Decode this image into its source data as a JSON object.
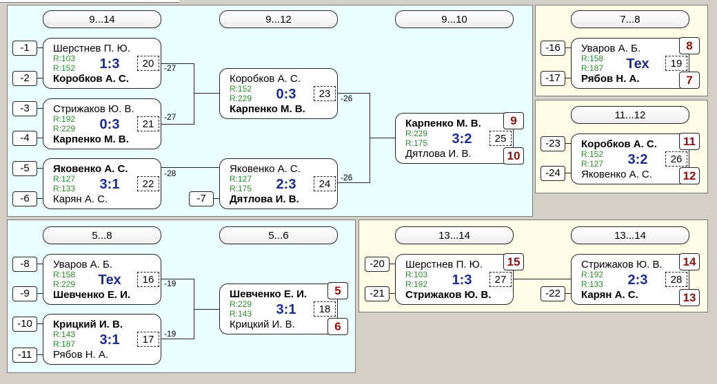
{
  "headers": {
    "h1": "9...14",
    "h2": "9...12",
    "h3": "9...10",
    "h4": "7...8",
    "h5": "11...12",
    "h6": "5...8",
    "h7": "5...6",
    "h8": "13...14",
    "h9": "13...14"
  },
  "seeds": {
    "s1": "-1",
    "s2": "-2",
    "s3": "-3",
    "s4": "-4",
    "s5": "-5",
    "s6": "-6",
    "s7": "-7",
    "s16": "-16",
    "s17": "-17",
    "s23": "-23",
    "s24": "-24",
    "s8": "-8",
    "s9": "-9",
    "s10": "-10",
    "s11": "-11",
    "s20": "-20",
    "s21": "-21",
    "s22": "-22"
  },
  "lines": {
    "l20": "-27",
    "l21": "-27",
    "l22": "-28",
    "l23": "-26",
    "l24": "-26",
    "l16": "-19",
    "l17": "-19"
  },
  "matches": {
    "m20": {
      "p1": "Шерстнев П. Ю.",
      "p2": "Коробков А. С.",
      "r1": "R:103",
      "r2": "R:152",
      "score": "1:3",
      "num": "20"
    },
    "m21": {
      "p1": "Стрижаков Ю. В.",
      "p2": "Карпенко М. В.",
      "r1": "R:192",
      "r2": "R:229",
      "score": "0:3",
      "num": "21"
    },
    "m22": {
      "p1": "Яковенко А. С.",
      "p2": "Карян А. С.",
      "r1": "R:127",
      "r2": "R:133",
      "score": "3:1",
      "num": "22"
    },
    "m23": {
      "p1": "Коробков А. С.",
      "p2": "Карпенко М. В.",
      "r1": "R:152",
      "r2": "R:229",
      "score": "0:3",
      "num": "23"
    },
    "m24": {
      "p1": "Яковенко А. С.",
      "p2": "Дятлова И. В.",
      "r1": "R:127",
      "r2": "R:175",
      "score": "2:3",
      "num": "24"
    },
    "m25": {
      "p1": "Карпенко М. В.",
      "p2": "Дятлова И. В.",
      "r1": "R:229",
      "r2": "R:175",
      "score": "3:2",
      "num": "25",
      "pl1": "9",
      "pl2": "10"
    },
    "m19": {
      "p1": "Уваров А. Б.",
      "p2": "Рябов Н. А.",
      "r1": "R:158",
      "r2": "R:187",
      "score": "Тех",
      "num": "19",
      "pl1": "8",
      "pl2": "7"
    },
    "m26": {
      "p1": "Коробков А. С.",
      "p2": "Яковенко А. С.",
      "r1": "R:152",
      "r2": "R:127",
      "score": "3:2",
      "num": "26",
      "pl1": "11",
      "pl2": "12"
    },
    "m16": {
      "p1": "Уваров А. Б.",
      "p2": "Шевченко Е. И.",
      "r1": "R:158",
      "r2": "R:229",
      "score": "Тех",
      "num": "16"
    },
    "m17": {
      "p1": "Крицкий И. В.",
      "p2": "Рябов Н. А.",
      "r1": "R:143",
      "r2": "R:187",
      "score": "3:1",
      "num": "17"
    },
    "m18": {
      "p1": "Шевченко Е. И.",
      "p2": "Крицкий И. В.",
      "r1": "R:229",
      "r2": "R:143",
      "score": "3:1",
      "num": "18",
      "pl1": "5",
      "pl2": "6"
    },
    "m27": {
      "p1": "Шерстнев П. Ю.",
      "p2": "Стрижаков Ю. В.",
      "r1": "R:103",
      "r2": "R:192",
      "score": "1:3",
      "num": "27",
      "pl1": "15"
    },
    "m28": {
      "p1": "Стрижаков Ю. В.",
      "p2": "Карян А. С.",
      "r1": "R:192",
      "r2": "R:133",
      "score": "2:3",
      "num": "28",
      "pl1": "14",
      "pl2": "13"
    }
  },
  "colors": {
    "panel_cyan": "#eaffff",
    "panel_yellow": "#fffde6",
    "score": "#1a2c8c",
    "place": "#8b0f0f",
    "rating": "#2e8b2e",
    "background": "#d4d0c8"
  }
}
